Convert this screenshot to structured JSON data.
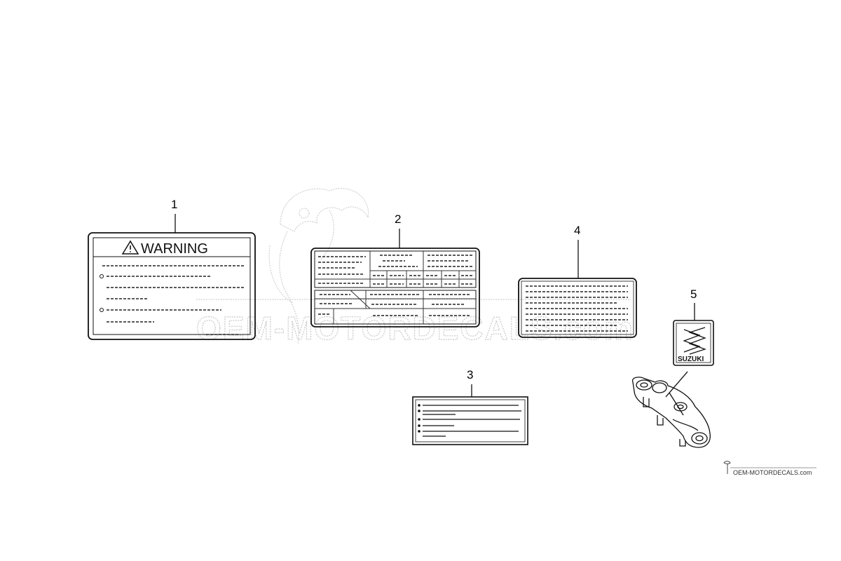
{
  "callouts": [
    "1",
    "2",
    "3",
    "4",
    "5"
  ],
  "label1": {
    "heading": "WARNING"
  },
  "label5": {
    "brand": "SUZUKI"
  },
  "watermark": {
    "text": "OEM-MOTORDECALS.com"
  },
  "credit": {
    "text": "OEM-MOTORDECALS.com"
  }
}
